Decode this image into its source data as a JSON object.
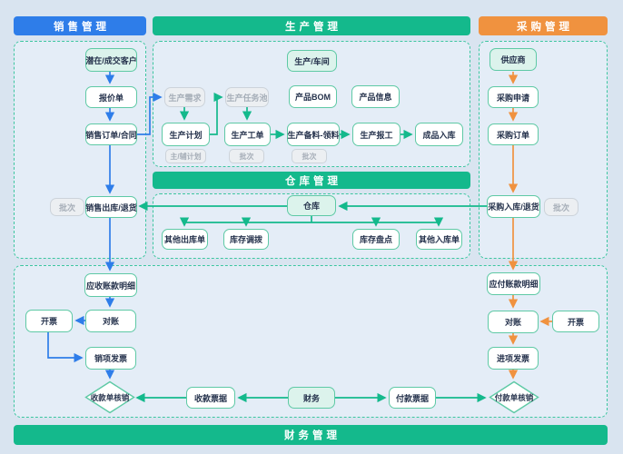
{
  "headers": {
    "sales": "销售管理",
    "production": "生产管理",
    "purchase": "采购管理",
    "warehouse": "仓库管理",
    "finance": "财务管理"
  },
  "colors": {
    "sales_flow": "#2e7de9",
    "process_flow": "#14b98c",
    "purchase_flow": "#f0923f",
    "node_border": "#5ec9a5",
    "zone_border": "#3cc6a0"
  },
  "nodes": {
    "customer": "潜在/成交客户",
    "quote": "报价单",
    "sales_order": "销售订单/合同",
    "sales_out": "销售出库/退货",
    "batch_sales": "批次",
    "ar_detail": "应收账款明细",
    "recon_left": "对账",
    "invoice_left": "开票",
    "sales_invoice": "销项发票",
    "receipt_writeoff": "收款单核销",
    "receipt_bill": "收款票据",
    "finance": "财务",
    "payment_bill": "付款票据",
    "payment_writeoff": "付款单核销",
    "workshop": "生产/车间",
    "prod_demand": "生产需求",
    "prod_task_pool": "生产任务池",
    "product_bom": "产品BOM",
    "product_info": "产品信息",
    "prod_plan": "生产计划",
    "plan_sub": "主/辅计划",
    "prod_order": "生产工单",
    "batch_prod_order": "批次",
    "prod_material": "生产备料-领料",
    "batch_prod_material": "批次",
    "prod_report": "生产报工",
    "finished_in": "成品入库",
    "warehouse": "仓库",
    "other_out": "其他出库单",
    "inv_transfer": "库存调拨",
    "inv_check": "库存盘点",
    "other_in": "其他入库单",
    "supplier": "供应商",
    "purchase_request": "采购申请",
    "purchase_order": "采购订单",
    "purchase_in": "采购入库/退货",
    "batch_purchase": "批次",
    "ap_detail": "应付账款明细",
    "recon_right": "对账",
    "invoice_right": "开票",
    "purchase_invoice": "进项发票"
  }
}
